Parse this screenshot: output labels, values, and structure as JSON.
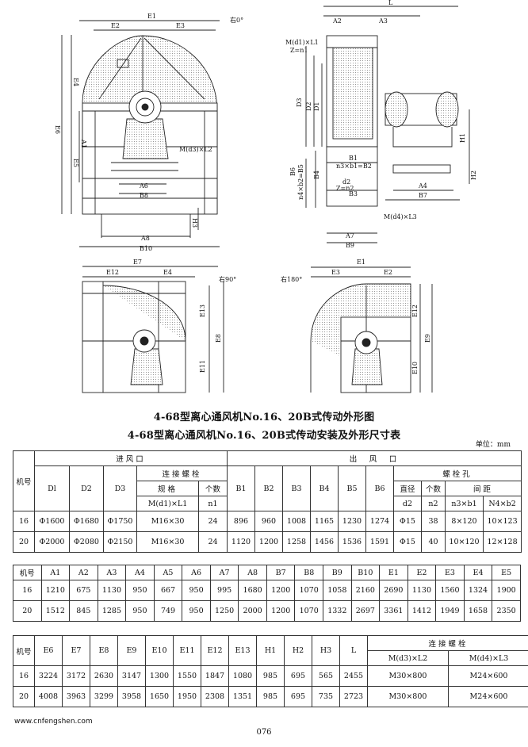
{
  "drawing_labels": {
    "front": [
      "E1",
      "E2",
      "E3",
      "右0°",
      "E4",
      "E6",
      "E5",
      "A1",
      "M(d3)×L2",
      "A6",
      "B8",
      "H3",
      "A8",
      "B10"
    ],
    "side": [
      "L",
      "A2",
      "A3",
      "M(d1)×L1",
      "Z=n1",
      "D3",
      "D2",
      "D1",
      "H1",
      "H2",
      "B1",
      "n3×b1=B2",
      "B6",
      "n4×b2=B5",
      "B4",
      "d2",
      "Z=n2",
      "B3",
      "A4",
      "B7",
      "A7",
      "B9",
      "M(d4)×L3"
    ],
    "view90": [
      "E7",
      "E12",
      "E4",
      "右90°",
      "E13",
      "E8",
      "E11"
    ],
    "view180": [
      "右180°",
      "E1",
      "E3",
      "E2",
      "E12",
      "E9",
      "E10"
    ]
  },
  "title1": "4-68型离心通风机No.16、20B式传动外形图",
  "title2": "4-68型离心通风机No.16、20B式传动安装及外形尺寸表",
  "unit": "单位：mm",
  "table1": {
    "col_model": "机号",
    "inlet": "进风口",
    "outlet": "出　风　口",
    "d1": "Dl",
    "d2": "D2",
    "d3": "D3",
    "bolt": "连接螺栓",
    "spec": "规格",
    "count": "个数",
    "mdl1": "M(d1)×L1",
    "n1": "n1",
    "b1": "B1",
    "b2": "B2",
    "b3": "B3",
    "b4": "B4",
    "b5": "B5",
    "b6": "B6",
    "bolt_hole": "螺栓孔",
    "diameter": "直径",
    "count2": "个数",
    "spacing": "间距",
    "hd2": "d2",
    "hn2": "n2",
    "hn3b1": "n3×b1",
    "hn4b2": "N4×b2",
    "rows": [
      [
        "16",
        "Φ1600",
        "Φ1680",
        "Φ1750",
        "M16×30",
        "24",
        "896",
        "960",
        "1008",
        "1165",
        "1230",
        "1274",
        "Φ15",
        "38",
        "8×120",
        "10×123"
      ],
      [
        "20",
        "Φ2000",
        "Φ2080",
        "Φ2150",
        "M16×30",
        "24",
        "1120",
        "1200",
        "1258",
        "1456",
        "1536",
        "1591",
        "Φ15",
        "40",
        "10×120",
        "12×128"
      ]
    ]
  },
  "table2": {
    "headers": [
      "机号",
      "A1",
      "A2",
      "A3",
      "A4",
      "A5",
      "A6",
      "A7",
      "A8",
      "B7",
      "B8",
      "B9",
      "B10",
      "E1",
      "E2",
      "E3",
      "E4",
      "E5"
    ],
    "rows": [
      [
        "16",
        "1210",
        "675",
        "1130",
        "950",
        "667",
        "950",
        "995",
        "1680",
        "1200",
        "1070",
        "1058",
        "2160",
        "2690",
        "1130",
        "1560",
        "1324",
        "1900"
      ],
      [
        "20",
        "1512",
        "845",
        "1285",
        "950",
        "749",
        "950",
        "1250",
        "2000",
        "1200",
        "1070",
        "1332",
        "2697",
        "3361",
        "1412",
        "1949",
        "1658",
        "2350"
      ]
    ]
  },
  "table3": {
    "headers": [
      "机号",
      "E6",
      "E7",
      "E8",
      "E9",
      "E10",
      "E11",
      "E12",
      "E13",
      "H1",
      "H2",
      "H3",
      "L"
    ],
    "bolt": "连接螺栓",
    "md3": "M(d3)×L2",
    "md4": "M(d4)×L3",
    "rows": [
      [
        "16",
        "3224",
        "3172",
        "2630",
        "3147",
        "1300",
        "1550",
        "1847",
        "1080",
        "985",
        "695",
        "565",
        "2455",
        "M30×800",
        "M24×600"
      ],
      [
        "20",
        "4008",
        "3963",
        "3299",
        "3958",
        "1650",
        "1950",
        "2308",
        "1351",
        "985",
        "695",
        "735",
        "2723",
        "M30×800",
        "M24×600"
      ]
    ]
  },
  "website": "www.cnfengshen.com",
  "page_number": "076"
}
